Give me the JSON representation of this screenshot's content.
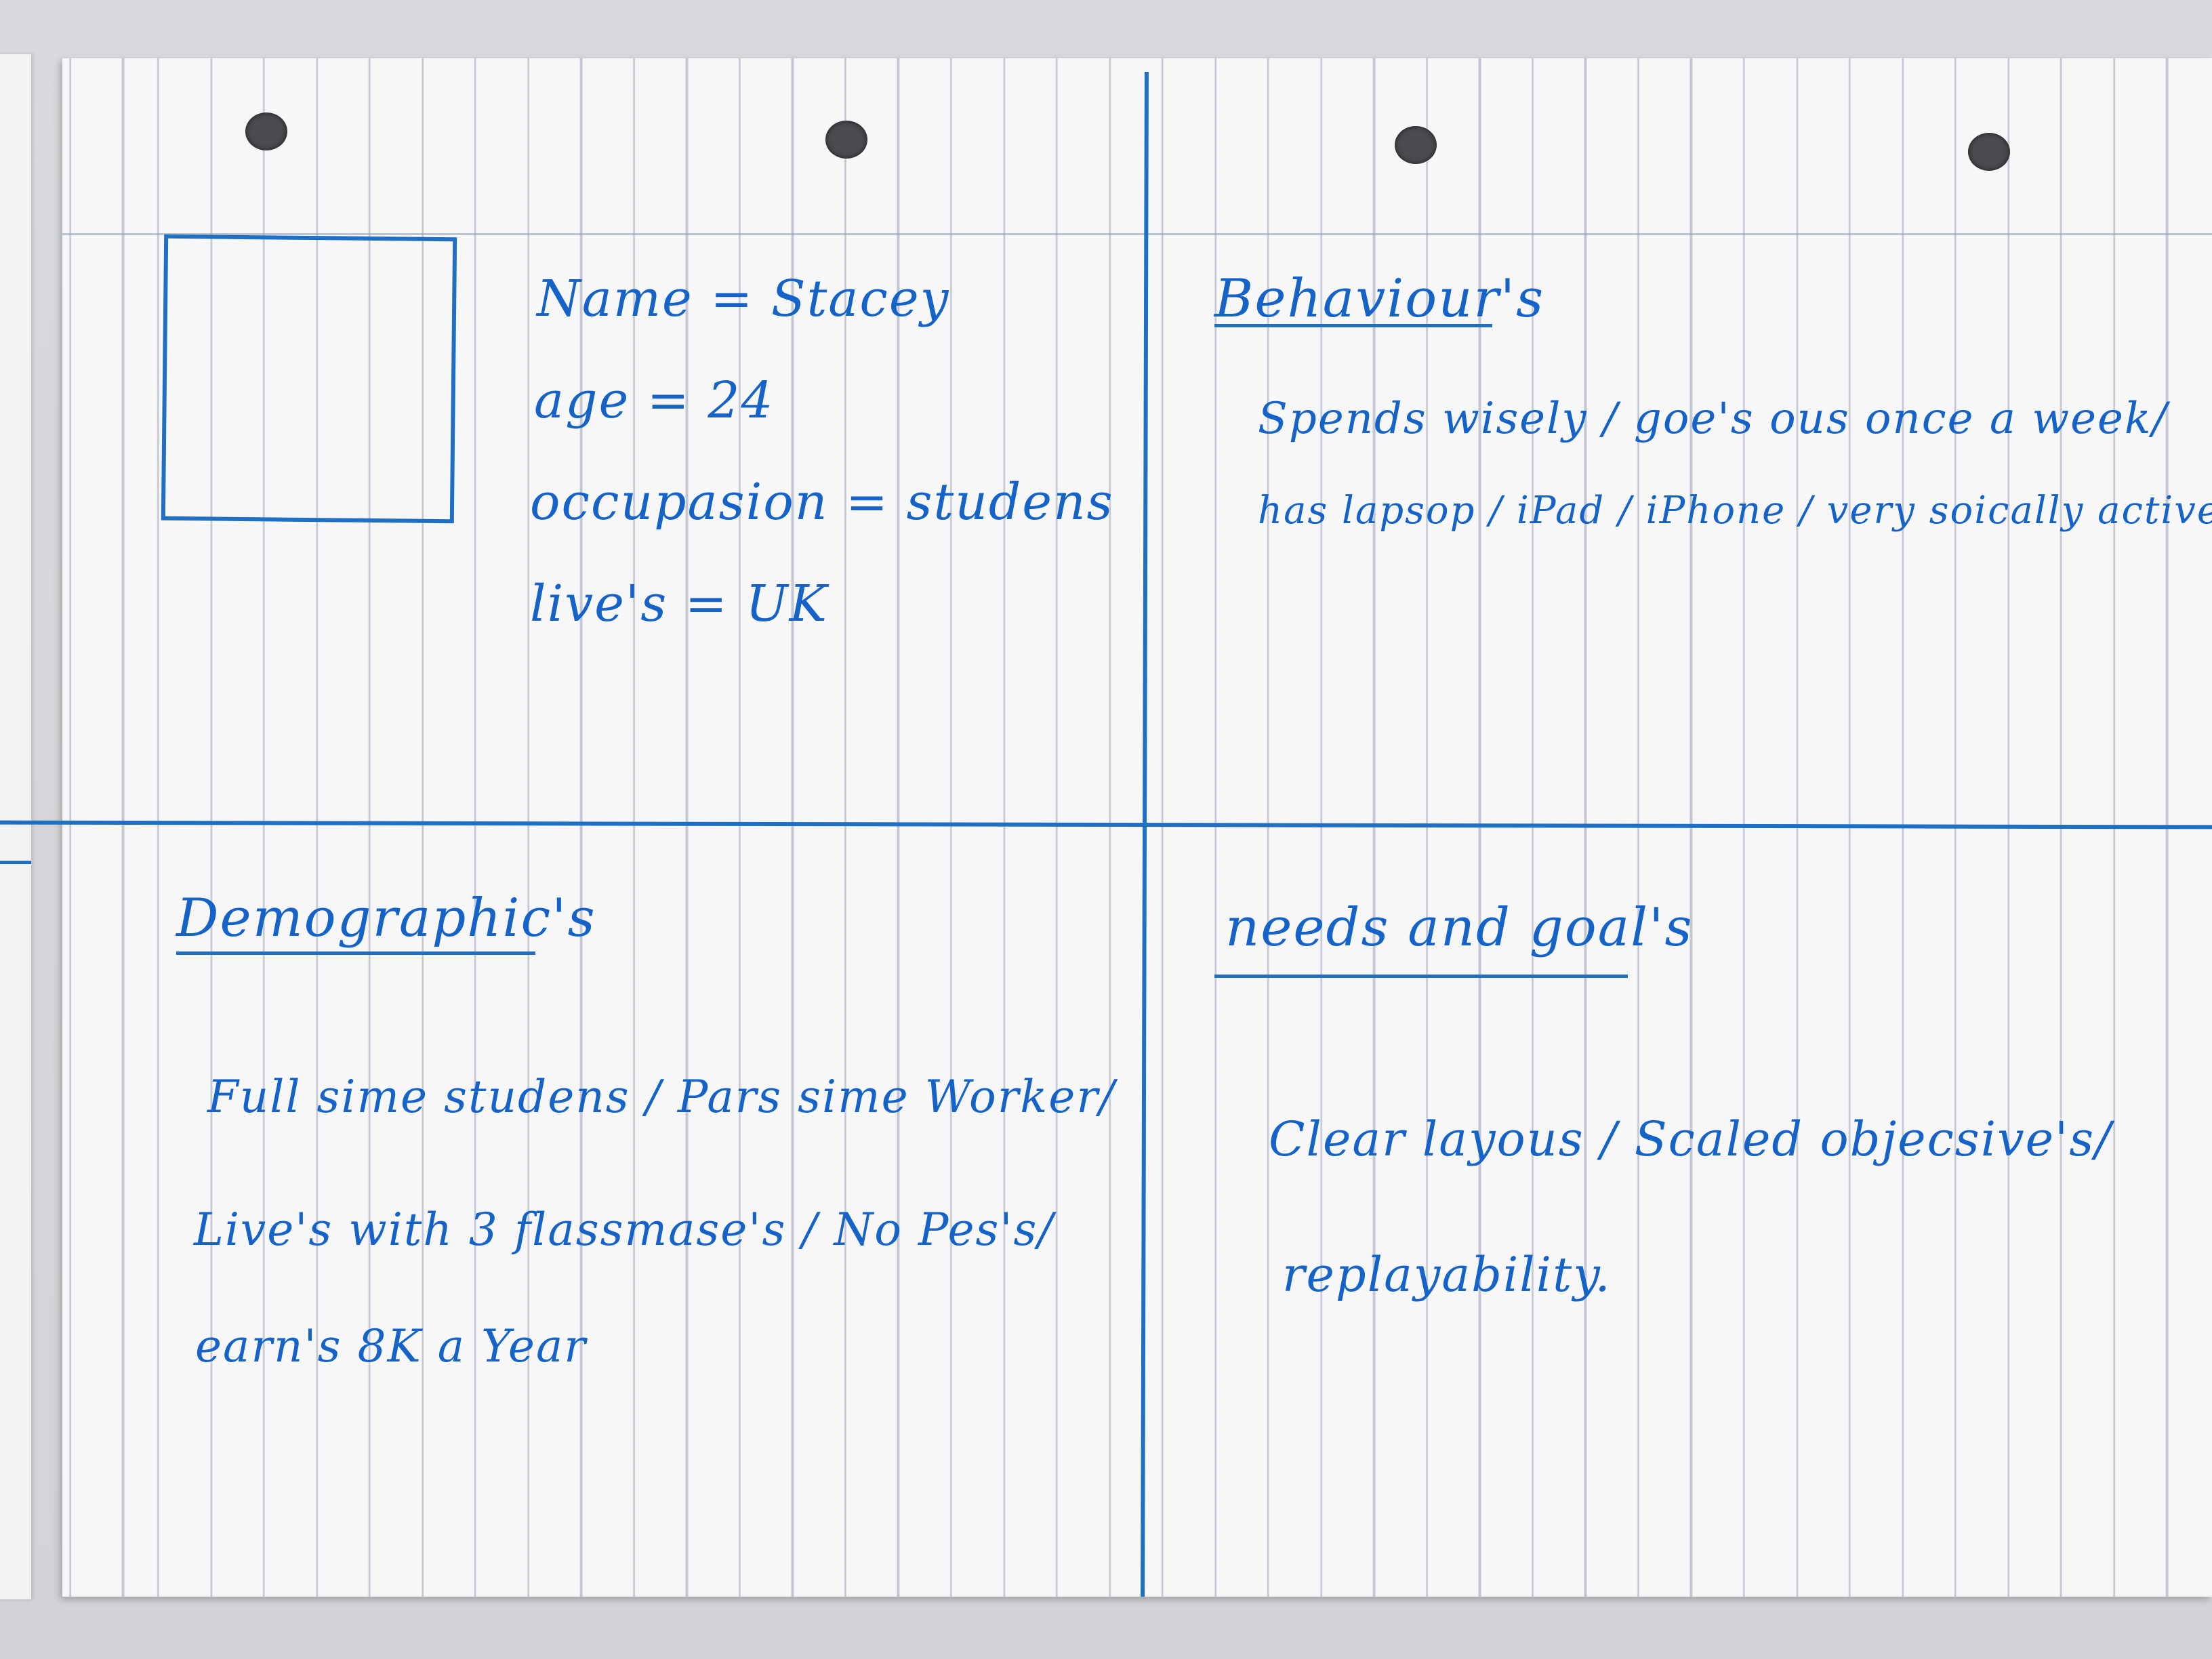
{
  "profile": {
    "name_line": "Name = Stacey",
    "age_line": "age = 24",
    "occupation_line": "occupasion = studens",
    "lives_line": "live's = UK"
  },
  "behaviours": {
    "heading": "Behaviour's",
    "line1": "Spends wisely / goe's ous once a week/",
    "line2": "has lapsop / iPad / iPhone / very soically active."
  },
  "demographics": {
    "heading": "Demographic's",
    "line1": "Full sime studens / Pars sime Worker/",
    "line2": "Live's with 3 flassmase's / No Pes's/",
    "line3": "earn's 8K a Year"
  },
  "needs_goals": {
    "heading": "needs and goal's",
    "line1": "Clear layous / Scaled objecsive's/",
    "line2": "replayability."
  },
  "colors": {
    "ink": "#1563c8",
    "paper": "#f7f7f8",
    "background": "#d9dadd"
  }
}
